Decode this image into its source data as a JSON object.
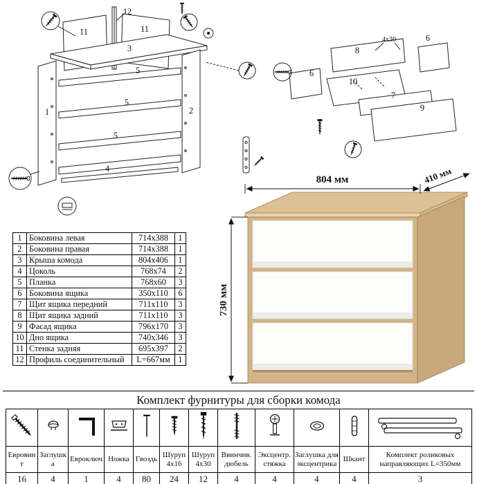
{
  "title": "Комплект фурнитуры для сборки комода",
  "dresser": {
    "width_label": "804 мм",
    "depth_label": "410 мм",
    "height_label": "730 мм"
  },
  "parts_table": {
    "rows": [
      [
        "1",
        "Боковина левая",
        "714х388",
        "1"
      ],
      [
        "2",
        "Боковина правая",
        "714х388",
        "1"
      ],
      [
        "3",
        "Крыша комода",
        "804х406",
        "1"
      ],
      [
        "4",
        "Цоколь",
        "768х74",
        "2"
      ],
      [
        "5",
        "Планка",
        "768х60",
        "3"
      ],
      [
        "6",
        "Боковина ящика",
        "350х110",
        "6"
      ],
      [
        "7",
        "Щит ящика передний",
        "711х110",
        "3"
      ],
      [
        "8",
        "Щит ящика задний",
        "711х110",
        "3"
      ],
      [
        "9",
        "Фасад ящика",
        "796х170",
        "3"
      ],
      [
        "10",
        "Дно ящика",
        "740х346",
        "3"
      ],
      [
        "11",
        "Стенка задняя",
        "695х397",
        "2"
      ],
      [
        "12",
        "Профиль соединительный",
        "L=667мм",
        "1"
      ]
    ]
  },
  "hardware": {
    "items": [
      {
        "icon": "euro-screw-icon",
        "label": "Евровинт",
        "qty": "16"
      },
      {
        "icon": "plug-cap-icon",
        "label": "Заглушка",
        "qty": "4"
      },
      {
        "icon": "hex-key-icon",
        "label": "Евроключ",
        "qty": "1"
      },
      {
        "icon": "foot-icon",
        "label": "Ножка",
        "qty": "4"
      },
      {
        "icon": "nail-icon",
        "label": "Гвоздь",
        "qty": "80"
      },
      {
        "icon": "screw-4x16-icon",
        "label": "Шуруп 4х16",
        "qty": "24"
      },
      {
        "icon": "screw-4x30-icon",
        "label": "Шуруп 4х30",
        "qty": "12"
      },
      {
        "icon": "screw-dowel-icon",
        "label": "Ввинчив. дюбель",
        "qty": "4"
      },
      {
        "icon": "cam-lock-icon",
        "label": "Эксцентр. стяжка",
        "qty": "4"
      },
      {
        "icon": "cam-cap-icon",
        "label": "Заглушка для эксцентрика",
        "qty": "4"
      },
      {
        "icon": "wood-dowel-icon",
        "label": "Шкант",
        "qty": "4"
      },
      {
        "icon": "drawer-slides-icon",
        "label": "Комплект роликовых направляющих L=350мм",
        "qty": "3"
      }
    ]
  },
  "frame_diagram": {
    "labels": [
      "12",
      "11",
      "11",
      "3",
      "1",
      "2",
      "5",
      "5",
      "5",
      "4"
    ]
  },
  "drawer_diagram": {
    "labels": [
      "8",
      "6",
      "6",
      "10",
      "7",
      "9"
    ],
    "note": "4х30"
  }
}
